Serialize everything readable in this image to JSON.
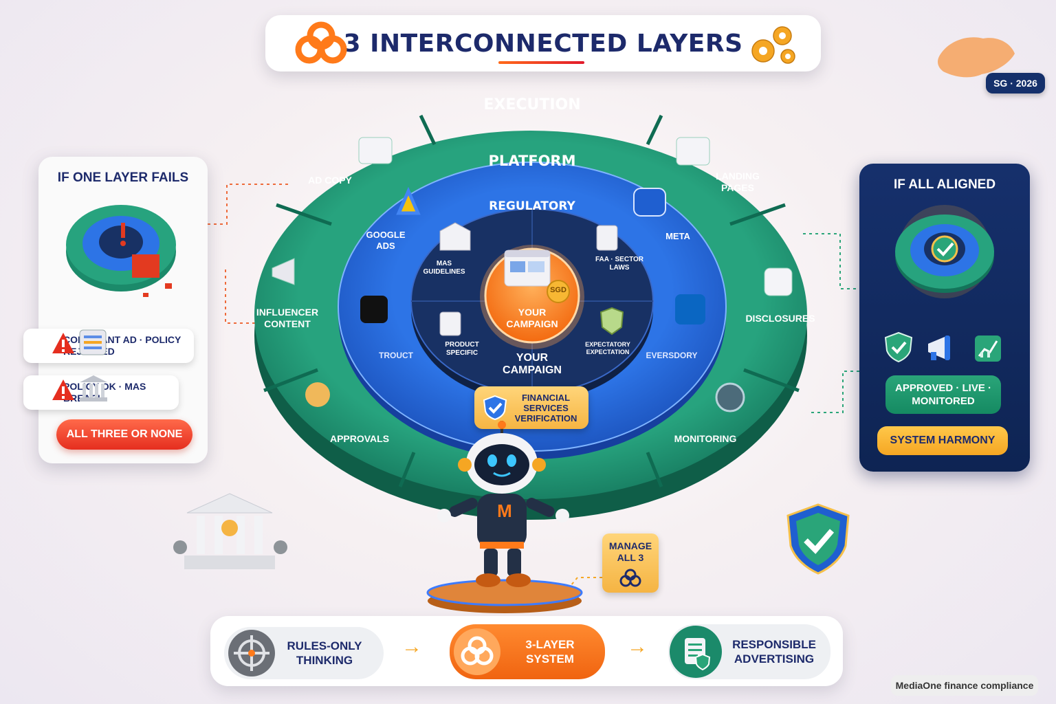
{
  "header": {
    "title": "3 INTERCONNECTED LAYERS",
    "region_badge": "SG · 2026",
    "icons": [
      "interlocking-rings-icon",
      "gears-icon",
      "singapore-map-icon"
    ]
  },
  "layers": {
    "execution": {
      "title": "EXECUTION",
      "segments": {
        "ad_copy": "AD COPY",
        "landing_pages": "LANDING PAGES",
        "influencer_content": "INFLUENCER CONTENT",
        "disclosures": "DISCLOSURES",
        "approvals": "APPROVALS",
        "monitoring": "MONITORING"
      },
      "color": "#1e8f70"
    },
    "platform": {
      "title": "PLATFORM",
      "segments": {
        "google_ads": "GOOGLE ADS",
        "meta": "META",
        "tiktok": "TROUCT",
        "linkedin": "EVERSDORY"
      },
      "color": "#1f5fd0"
    },
    "regulatory": {
      "title": "REGULATORY",
      "segments": {
        "mas": "MAS GUIDELINES",
        "faa": "FAA · SECTOR LAWS",
        "product": "PRODUCT SPECIFIC",
        "supervisory": "EXPECTATORY EXPECTATION"
      },
      "color": "#183164"
    },
    "core": {
      "label": "YOUR CAMPAIGN",
      "badge": "SGD",
      "bottom_label": "YOUR CAMPAIGN",
      "color": "#ff7a1a"
    }
  },
  "verification_badge": "FINANCIAL SERVICES VERIFICATION",
  "left_panel": {
    "title": "IF ONE LAYER FAILS",
    "failures": [
      {
        "text": "COMPLIANT AD · POLICY REJECTED"
      },
      {
        "text": "POLICY OK · MAS BREACH"
      }
    ],
    "button": "ALL THREE OR NONE"
  },
  "right_panel": {
    "title": "IF ALL ALIGNED",
    "status": "APPROVED · LIVE · MONITORED",
    "button": "SYSTEM HARMONY"
  },
  "mascot": {
    "letter": "M",
    "callout": "MANAGE ALL 3"
  },
  "flow": {
    "steps": [
      {
        "label": "RULES-ONLY THINKING",
        "icon": "target-icon"
      },
      {
        "label": "3-LAYER SYSTEM",
        "icon": "interlocking-rings-icon"
      },
      {
        "label": "RESPONSIBLE ADVERTISING",
        "icon": "checklist-shield-icon"
      }
    ],
    "arrow": "→"
  },
  "footer": "MediaOne finance compliance",
  "colors": {
    "navy": "#1d2a6b",
    "orange": "#ff7a1a",
    "green": "#1e8f70",
    "blue": "#1f5fd0",
    "red": "#e52e1f",
    "yellow": "#f5a623"
  }
}
